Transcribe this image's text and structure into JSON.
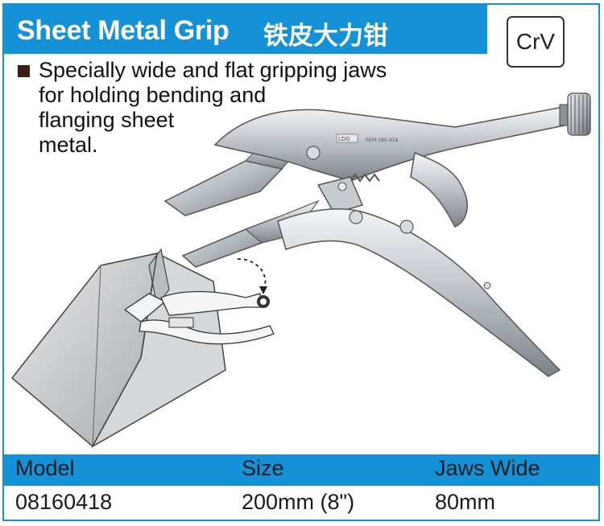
{
  "header": {
    "title": "Sheet Metal Grip",
    "title_cn": "铁皮大力钳",
    "badge": "CrV"
  },
  "feature": {
    "lines": [
      "Specially wide and flat gripping jaws",
      "for holding bending and",
      "flanging sheet",
      "metal."
    ]
  },
  "product_marking": {
    "logo": "LDG",
    "code": "REM-180-418"
  },
  "spec_table": {
    "headers": [
      "Model",
      "Size",
      "Jaws Wide"
    ],
    "rows": [
      [
        "08160418",
        "200mm (8\")",
        "80mm"
      ]
    ]
  },
  "colors": {
    "accent": "#1591d7",
    "metal": "#c9cdd3",
    "bullet": "#3a1f17"
  }
}
